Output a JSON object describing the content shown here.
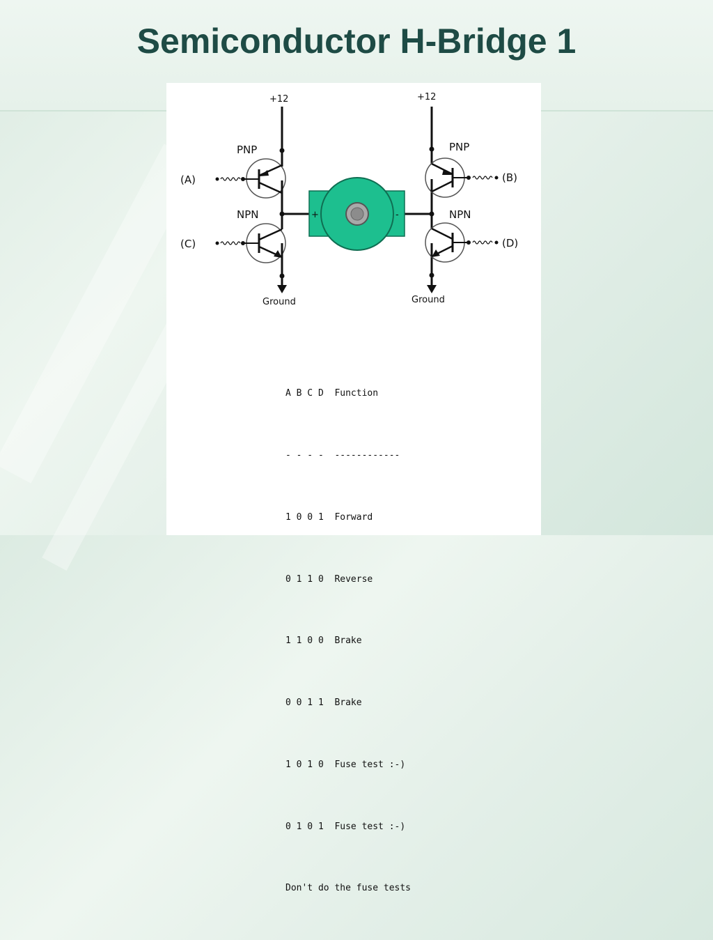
{
  "title": "Semiconductor H-Bridge 1",
  "circuit": {
    "supply_left": "+12",
    "supply_right": "+12",
    "pnp_left": "PNP",
    "pnp_right": "PNP",
    "npn_left": "NPN",
    "npn_right": "NPN",
    "input_a": "(A)",
    "input_b": "(B)",
    "input_c": "(C)",
    "input_d": "(D)",
    "ground_left": "Ground",
    "ground_right": "Ground",
    "motor_plus": "+",
    "motor_minus": "-"
  },
  "truth_table": {
    "header": "A B C D  Function",
    "separator": "- - - -  ------------",
    "rows": [
      "1 0 0 1  Forward",
      "0 1 1 0  Reverse",
      "1 1 0 0  Brake",
      "0 0 1 1  Brake",
      "1 0 1 0  Fuse test :-)",
      "0 1 0 1  Fuse test :-)"
    ],
    "note": "Don't do the fuse tests"
  },
  "colors": {
    "title": "#1e4b45",
    "motor_green": "#1dbf8f",
    "motor_hub": "#a9a9a9"
  }
}
